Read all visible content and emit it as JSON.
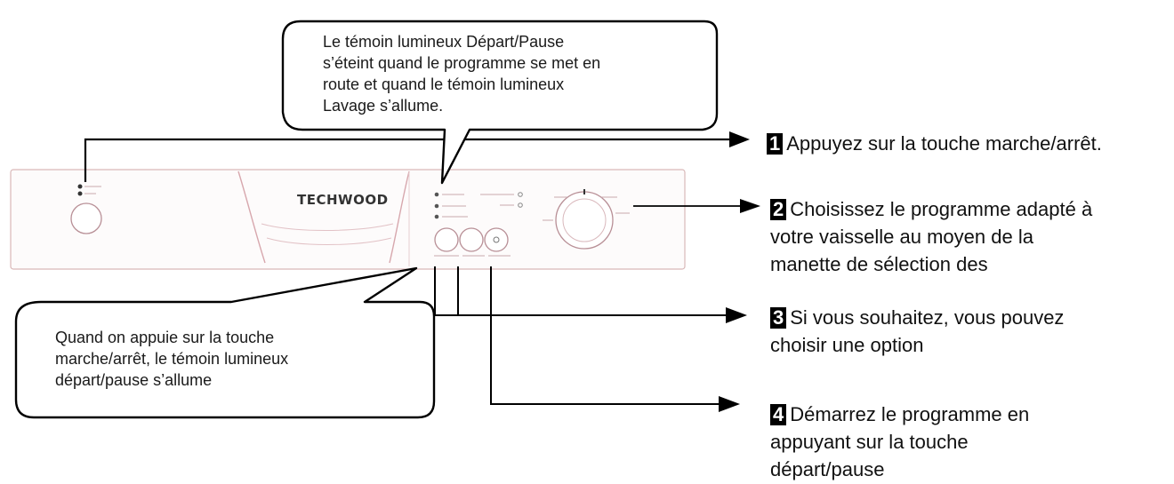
{
  "callout_top": {
    "lines": [
      "Le témoin lumineux Départ/Pause",
      "s’éteint quand le programme se met en",
      "route et quand le témoin lumineux",
      "Lavage s’allume."
    ]
  },
  "callout_bottom": {
    "lines": [
      "Quand on appuie sur la touche",
      "marche/arrêt, le témoin lumineux",
      "départ/pause s’allume"
    ]
  },
  "panel": {
    "brand": "TECHWOOD"
  },
  "steps": [
    {
      "number": "1",
      "lines": [
        "Appuyez sur la touche marche/arrêt."
      ]
    },
    {
      "number": "2",
      "lines": [
        "Choisissez le programme adapté à",
        "votre vaisselle au moyen de la",
        "manette de sélection des"
      ]
    },
    {
      "number": "3",
      "lines": [
        "Si vous souhaitez, vous pouvez",
        "choisir une option"
      ]
    },
    {
      "number": "4",
      "lines": [
        "Démarrez  le programme en",
        "appuyant sur la touche",
        "départ/pause"
      ]
    }
  ]
}
